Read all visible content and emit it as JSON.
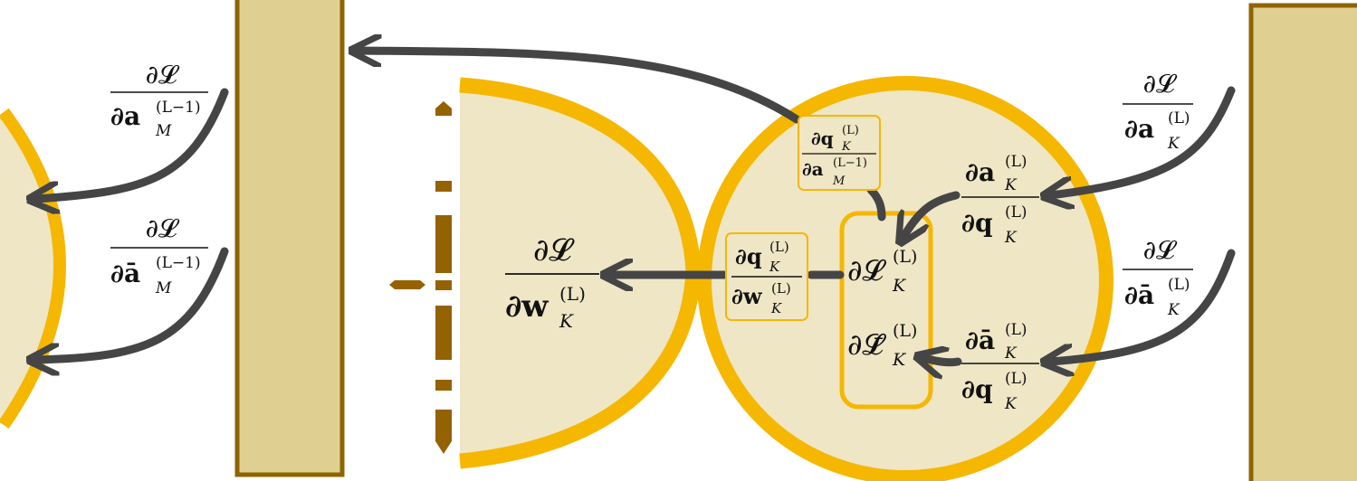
{
  "colors": {
    "rail_fill": "#dfd092",
    "rail_edge": "#8f6400",
    "cell_fill": "#efe6c6",
    "outline": "#f5b700",
    "arrow": "#454545",
    "dash": "#946200",
    "text": "#111111"
  },
  "labels": {
    "left_top": {
      "num": "∂𝓛",
      "den_sym": "∂a",
      "den_sup": "(L−1)",
      "den_sub": "M"
    },
    "left_bot": {
      "num": "∂𝓛",
      "den_sym": "∂ā",
      "den_sup": "(L−1)",
      "den_sub": "M"
    },
    "right_top": {
      "num": "∂𝓛",
      "den_sym": "∂a",
      "den_sup": "(L)",
      "den_sub": "K"
    },
    "right_bot": {
      "num": "∂𝓛",
      "den_sym": "∂ā",
      "den_sup": "(L)",
      "den_sub": "K"
    },
    "dL_dw": {
      "num": "∂𝓛",
      "den_sym": "∂w",
      "den_sup": "(L)",
      "den_sub": "K"
    },
    "dq_da_prev": {
      "num_sym": "∂q",
      "num_sup": "(L)",
      "num_sub": "K",
      "den_sym": "∂a",
      "den_sup": "(L−1)",
      "den_sub": "M"
    },
    "dq_dw": {
      "num_sym": "∂q",
      "num_sup": "(L)",
      "num_sub": "K",
      "den_sym": "∂w",
      "den_sup": "(L)",
      "den_sub": "K"
    },
    "da_dq": {
      "num_sym": "∂a",
      "num_sup": "(L)",
      "num_sub": "K",
      "den_sym": "∂q",
      "den_sup": "(L)",
      "den_sub": "K"
    },
    "dabar_dq": {
      "num_sym": "∂ā",
      "num_sup": "(L)",
      "num_sub": "K",
      "den_sym": "∂q",
      "den_sup": "(L)",
      "den_sub": "K"
    },
    "dL": {
      "sym": "∂𝓛",
      "sup": "(L)",
      "sub": "K"
    },
    "dLbar": {
      "sym": "∂𝓛̄",
      "sup": "(L)",
      "sub": "K"
    }
  }
}
